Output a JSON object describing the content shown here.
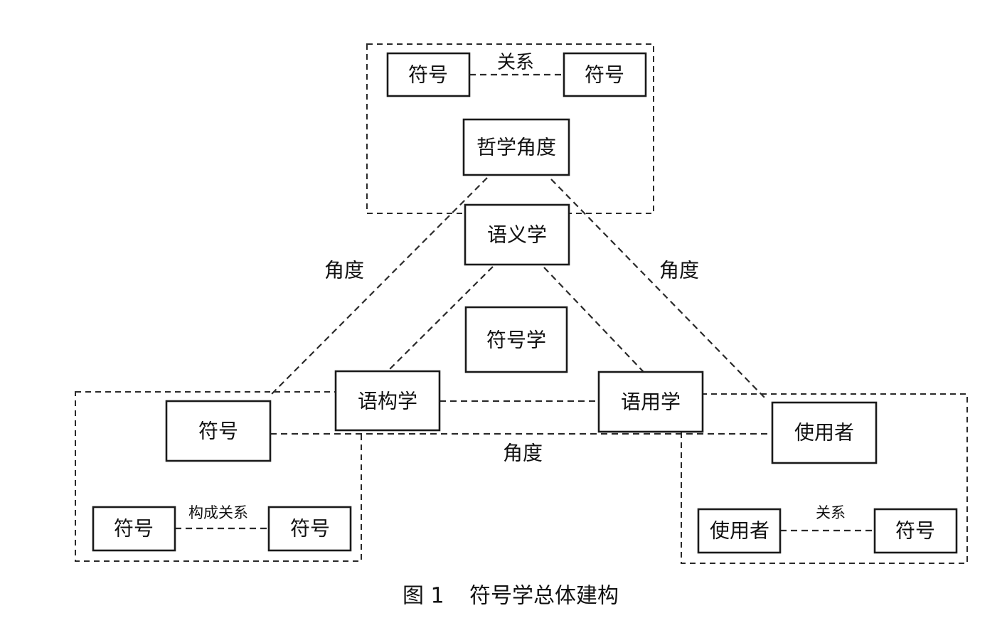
{
  "diagram": {
    "philosophy_group": {
      "sign_left": "符号",
      "relation": "关系",
      "sign_right": "符号",
      "perspective": "哲学角度"
    },
    "core": {
      "semantics": "语义学",
      "semiotics": "符号学",
      "syntactics": "语构学",
      "pragmatics": "语用学"
    },
    "syntactic_group": {
      "sign_main": "符号",
      "sign_left": "符号",
      "relation": "构成关系",
      "sign_right": "符号"
    },
    "pragmatic_group": {
      "user_main": "使用者",
      "user": "使用者",
      "relation": "关系",
      "sign": "符号"
    },
    "edge_labels": {
      "left": "角度",
      "right": "角度",
      "bottom": "角度"
    }
  },
  "caption": {
    "figure_number": "图 1",
    "title": "符号学总体建构"
  }
}
